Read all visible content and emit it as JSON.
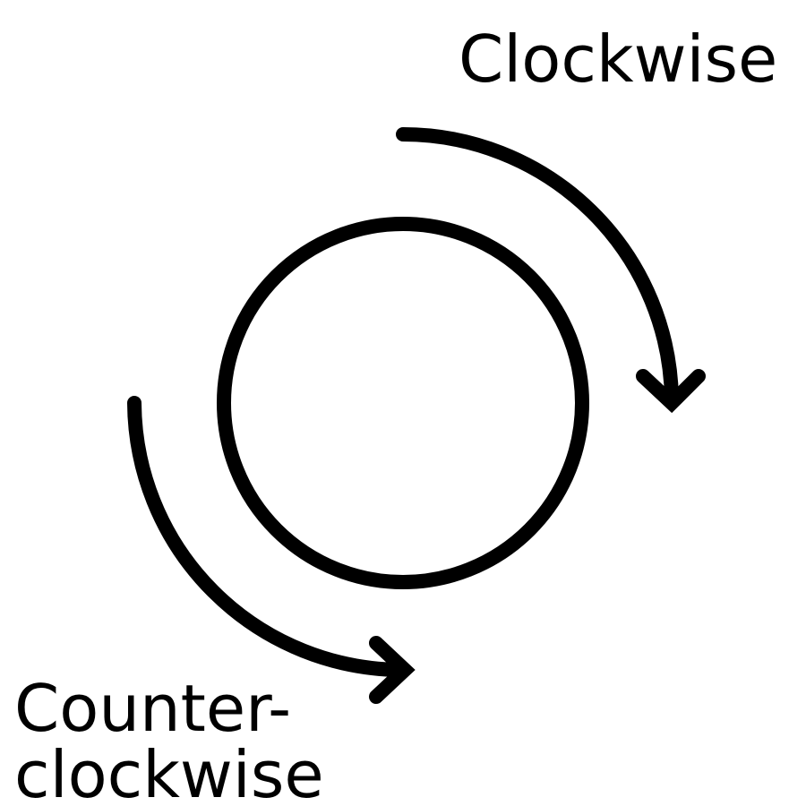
{
  "labels": {
    "clockwise": "Clockwise",
    "counterclockwise_line1": "Counter-",
    "counterclockwise_line2": "clockwise"
  },
  "colors": {
    "stroke": "#000000",
    "background": "#ffffff"
  }
}
